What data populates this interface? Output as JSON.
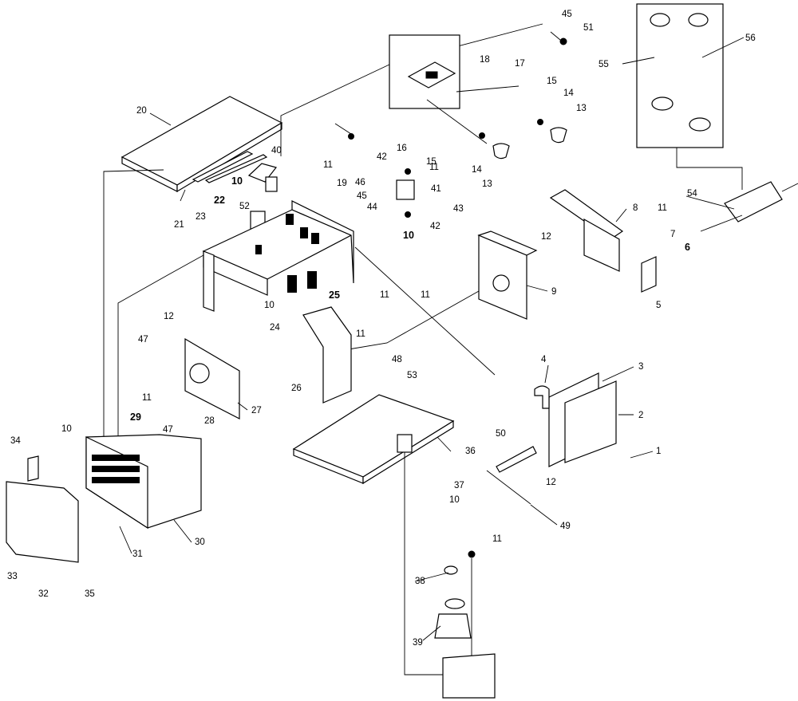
{
  "callouts": {
    "c1": "1",
    "c2": "2",
    "c3": "3",
    "c4": "4",
    "c5": "5",
    "c6": "6",
    "c7": "7",
    "c8": "8",
    "c9": "9",
    "c10a": "10",
    "c10b": "10",
    "c10c": "10",
    "c10d": "10",
    "c10e": "10",
    "c11a": "11",
    "c11b": "11",
    "c11c": "11",
    "c11d": "11",
    "c11e": "11",
    "c11f": "11",
    "c11g": "11",
    "c11h": "11",
    "c12a": "12",
    "c12b": "12",
    "c12c": "12",
    "c13a": "13",
    "c13b": "13",
    "c14a": "14",
    "c14b": "14",
    "c15a": "15",
    "c15b": "15",
    "c16": "16",
    "c17": "17",
    "c18": "18",
    "c19": "19",
    "c20": "20",
    "c21": "21",
    "c22": "22",
    "c23": "23",
    "c24": "24",
    "c25": "25",
    "c26": "26",
    "c27": "27",
    "c28": "28",
    "c29": "29",
    "c30": "30",
    "c31": "31",
    "c32": "32",
    "c33": "33",
    "c34": "34",
    "c35": "35",
    "c36": "36",
    "c37": "37",
    "c38": "38",
    "c39": "39",
    "c40": "40",
    "c41": "41",
    "c42a": "42",
    "c42b": "42",
    "c43": "43",
    "c44": "44",
    "c45a": "45",
    "c45b": "45",
    "c46": "46",
    "c47a": "47",
    "c47b": "47",
    "c48": "48",
    "c49": "49",
    "c50": "50",
    "c51": "51",
    "c52": "52",
    "c53": "53",
    "c54": "54",
    "c55": "55",
    "c56": "56"
  }
}
